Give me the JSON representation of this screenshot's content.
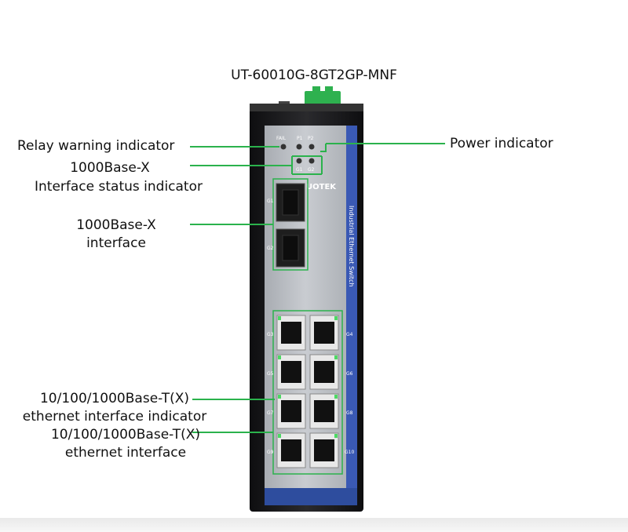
{
  "title": "UT-60010G-8GT2GP-MNF",
  "labels": {
    "relay": "Relay warning indicator",
    "power": "Power indicator",
    "status_line1": "1000Base-X",
    "status_line2": "Interface status indicator",
    "fiber_line1": "1000Base-X",
    "fiber_line2": "interface",
    "eth_ind_line1": "10/100/1000Base-T(X)",
    "eth_ind_line2": "ethernet interface indicator",
    "eth_line1": "10/100/1000Base-T(X)",
    "eth_line2": "ethernet interface"
  },
  "device": {
    "led_fail": "FAIL",
    "led_p1": "P1",
    "led_p2": "P2",
    "led_g1": "G1",
    "led_g2": "G2",
    "brand": "UOTEK",
    "side_text": "Industrial Ethernet Switch",
    "sfp1": "G1",
    "sfp2": "G2",
    "port_g3": "G3",
    "port_g4": "G4",
    "port_g5": "G5",
    "port_g6": "G6",
    "port_g7": "G7",
    "port_g8": "G8",
    "port_g9": "G9",
    "port_g10": "G10"
  },
  "colors": {
    "callout_line": "#2bb24c",
    "panel": "#b9bdc3",
    "body": "#1d1d1f",
    "accent_stripe": "#3a59b4",
    "terminal": "#2eb14f"
  }
}
